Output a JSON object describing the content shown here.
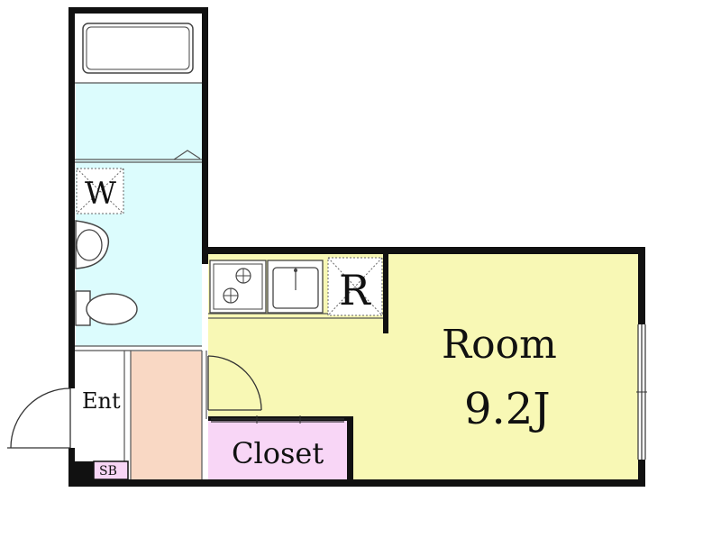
{
  "floor_plan": {
    "labels": {
      "washroom": "W",
      "refrigerator": "R",
      "room_name": "Room",
      "room_size": "9.2J",
      "entrance": "Ent",
      "closet": "Closet",
      "shoe_box": "SB"
    },
    "colors": {
      "wall": "#111111",
      "bath": "#dcfcfd",
      "room": "#f8f8b5",
      "entrance_floor": "#f9d8c4",
      "closet": "#f8d6f6",
      "background": "#ffffff"
    }
  }
}
